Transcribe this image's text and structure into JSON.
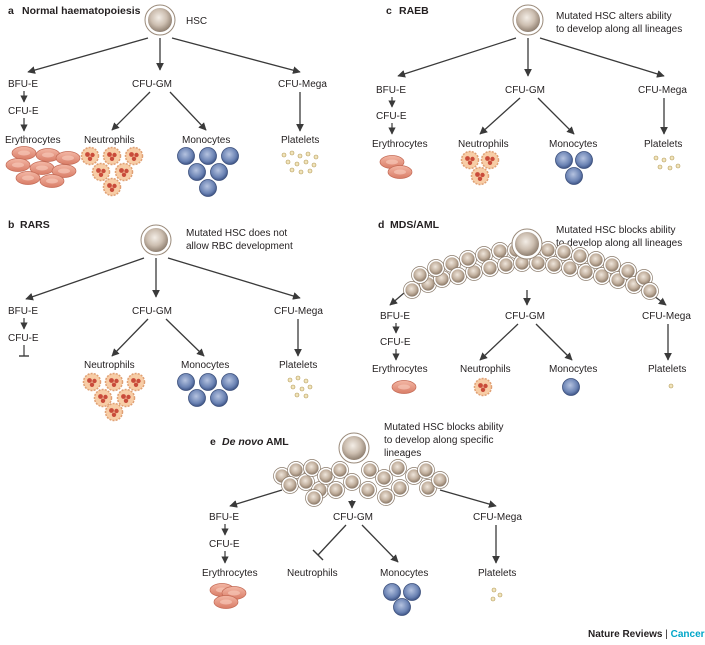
{
  "panels": {
    "a": {
      "letter": "a",
      "title": "Normal haematopoiesis",
      "note": "HSC",
      "progenitors": {
        "bfu": "BFU-E",
        "cfue": "CFU-E",
        "gm": "CFU-GM",
        "mega": "CFU-Mega"
      },
      "outputs": {
        "ery": "Erythrocytes",
        "neu": "Neutrophils",
        "mono": "Monocytes",
        "plt": "Platelets"
      }
    },
    "b": {
      "letter": "b",
      "title": "RARS",
      "note_line1": "Mutated HSC does not",
      "note_line2": "allow RBC development",
      "progenitors": {
        "bfu": "BFU-E",
        "cfue": "CFU-E",
        "gm": "CFU-GM",
        "mega": "CFU-Mega"
      },
      "outputs": {
        "neu": "Neutrophils",
        "mono": "Monocytes",
        "plt": "Platelets"
      }
    },
    "c": {
      "letter": "c",
      "title": "RAEB",
      "note_line1": "Mutated HSC alters ability",
      "note_line2": "to develop along all lineages",
      "progenitors": {
        "bfu": "BFU-E",
        "cfue": "CFU-E",
        "gm": "CFU-GM",
        "mega": "CFU-Mega"
      },
      "outputs": {
        "ery": "Erythrocytes",
        "neu": "Neutrophils",
        "mono": "Monocytes",
        "plt": "Platelets"
      }
    },
    "d": {
      "letter": "d",
      "title": "MDS/AML",
      "note_line1": "Mutated HSC blocks ability",
      "note_line2": "to develop along all lineages",
      "progenitors": {
        "bfu": "BFU-E",
        "cfue": "CFU-E",
        "gm": "CFU-GM",
        "mega": "CFU-Mega"
      },
      "outputs": {
        "ery": "Erythrocytes",
        "neu": "Neutrophils",
        "mono": "Monocytes",
        "plt": "Platelets"
      }
    },
    "e": {
      "letter": "e",
      "title_italic": "De novo",
      "title_rest": " AML",
      "note_line1": "Mutated HSC blocks ability",
      "note_line2": "to develop along specific",
      "note_line3": "lineages",
      "progenitors": {
        "bfu": "BFU-E",
        "cfue": "CFU-E",
        "gm": "CFU-GM",
        "mega": "CFU-Mega"
      },
      "outputs": {
        "ery": "Erythrocytes",
        "neu": "Neutrophils",
        "mono": "Monocytes",
        "plt": "Platelets"
      }
    }
  },
  "footer": {
    "journal": "Nature Reviews",
    "separator": " | ",
    "section": "Cancer"
  },
  "colors": {
    "arrow": "#3a3a3a",
    "stem_cell": "#c8b8a8",
    "erythrocyte": "#e8a08c",
    "neutrophil": "#f4c29a",
    "monocyte": "#5f78a8",
    "platelet": "#e8d7a8",
    "accent": "#00a6c8"
  }
}
